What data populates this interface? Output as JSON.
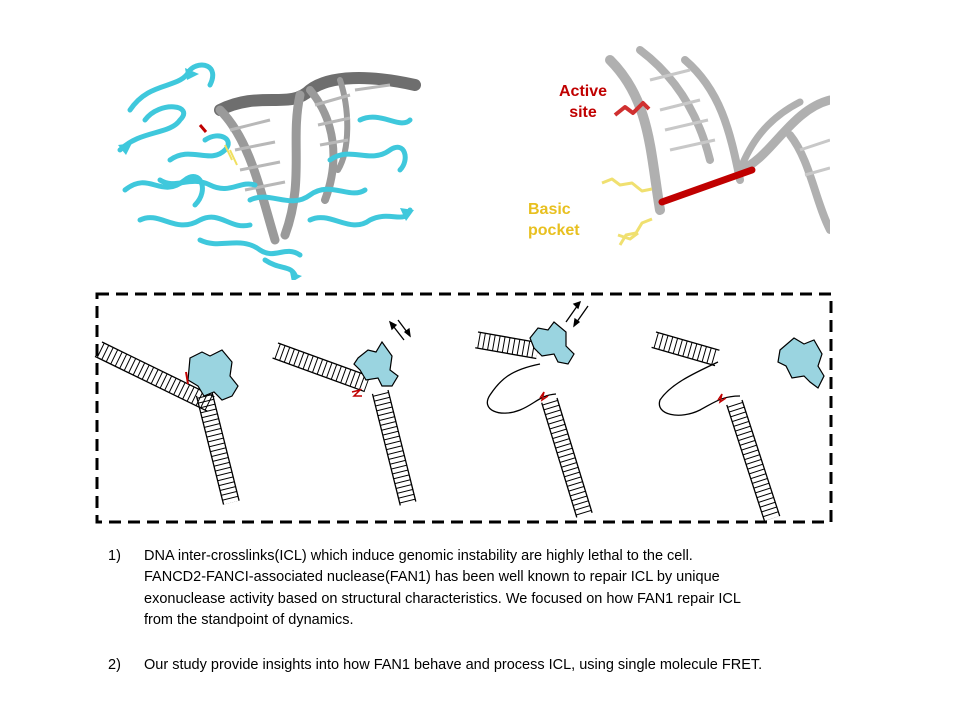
{
  "structure_labels": {
    "active_site": "Active site",
    "basic_pocket": "Basic pocket"
  },
  "colors": {
    "protein": "#3fc8dc",
    "dna": "#a8a8a8",
    "crosslink": "#c00000",
    "active_site": "#c00000",
    "basic_pocket": "#e8c020",
    "schematic_protein": "#9ad4e0"
  },
  "notes": [
    {
      "number": "1)",
      "lines": [
        "DNA inter-crosslinks(ICL) which induce genomic instability are highly lethal to the cell.",
        "FANCD2-FANCI-associated nuclease(FAN1) has been well known to repair ICL by unique",
        "exonuclease activity based on structural characteristics. We focused on how FAN1 repair ICL",
        "from the standpoint of dynamics."
      ]
    },
    {
      "number": "2)",
      "lines": [
        "Our study provide insights into how FAN1 behave and process ICL, using single molecule FRET."
      ]
    }
  ]
}
